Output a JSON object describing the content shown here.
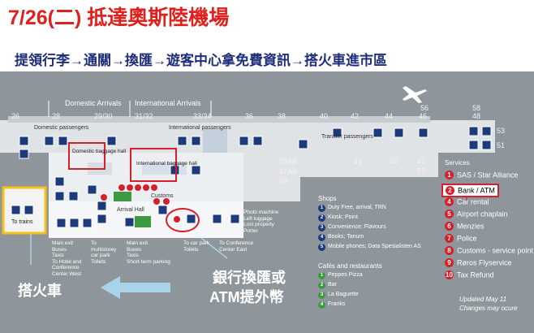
{
  "header": {
    "title": "7/26(二) 抵達奧斯陸機場",
    "route": "提領行李→通關→換匯→遊客中心拿免費資訊→搭火車進市區"
  },
  "map": {
    "areas": {
      "domestic_arrivals": "Domestic Arrivals",
      "international_arrivals": "International Arrivals",
      "domestic_passengers": "Domestic passengers",
      "international_passengers": "International passengers",
      "transfer_passengers": "Transfer passengers",
      "domestic_baggage_hall": "Domestic baggage hall",
      "international_baggage_hall": "International baggage hall",
      "customs": "Customs",
      "arrival_hall": "Arrival Hall",
      "to_trains": "To trains"
    },
    "gates": {
      "g26": "26",
      "g28": "28",
      "g29_30": "29/30",
      "g31_32": "31/32",
      "g33_34": "33/34",
      "g36": "36",
      "g38": "38",
      "g40": "40",
      "g42": "42",
      "g44": "44",
      "g46": "46",
      "g48": "48",
      "g53": "53",
      "g51": "51",
      "g41": "41",
      "g45": "45",
      "g47": "47",
      "g57": "57",
      "g56": "56",
      "g58": "58",
      "g35ab": "35AB",
      "g37ab": "37AB",
      "g39": "39"
    },
    "exits": {
      "main_exit_buses": "Main exit\nBuses\nTaxis\nTo Hotel and\nConference\nCenter West",
      "to_multistorey": "To\nmultistorey\ncar park\nToilets",
      "main_exit_short": "Main exit\nBuses\nTaxis\nShort-term parking",
      "to_car_park": "To car park\nToilets",
      "to_conference": "To Conference\nCenter East",
      "photo_machine": "Photo machine\nLeft luggage\nLost property\nPorter"
    },
    "shops": {
      "heading": "Shops",
      "items": [
        {
          "num": "1",
          "label": "Duty Free, arrival, TRN"
        },
        {
          "num": "2",
          "label": "Kiosk; Point"
        },
        {
          "num": "3",
          "label": "Convenience; Flavours"
        },
        {
          "num": "4",
          "label": "Books; Tanum"
        },
        {
          "num": "5",
          "label": "Mobile phones; Data Spesialisten AS"
        }
      ]
    },
    "cafes": {
      "heading": "Cafés and restaurants",
      "items": [
        {
          "num": "1",
          "label": "Peppes Pizza"
        },
        {
          "num": "2",
          "label": "Bar"
        },
        {
          "num": "3",
          "label": "La Baguette"
        },
        {
          "num": "4",
          "label": "Franks"
        }
      ]
    },
    "services": {
      "heading": "Services",
      "items": [
        {
          "num": "1",
          "label": "SAS / Star Alliance"
        },
        {
          "num": "2",
          "label": "Bank / ATM"
        },
        {
          "num": "4",
          "label": "Car rental"
        },
        {
          "num": "5",
          "label": "Airport chaplain"
        },
        {
          "num": "6",
          "label": "Menzies"
        },
        {
          "num": "7",
          "label": "Police"
        },
        {
          "num": "8",
          "label": "Customs - service point"
        },
        {
          "num": "9",
          "label": "Røros Flyservice"
        },
        {
          "num": "10",
          "label": "Tax Refund"
        }
      ]
    },
    "updated": "Updated May 11",
    "changes": "Changes may ocure",
    "annotation_train": "搭火車",
    "annotation_bank_1": "銀行換匯或",
    "annotation_bank_2": "ATM提外幣"
  },
  "colors": {
    "title_red": "#e0201c",
    "subtitle_blue": "#1e2e7a",
    "map_gray": "#8e969b",
    "highlight_red": "#d4202a",
    "train_yellow": "#f2c21b",
    "arrow_blue": "#a9d3ea"
  }
}
